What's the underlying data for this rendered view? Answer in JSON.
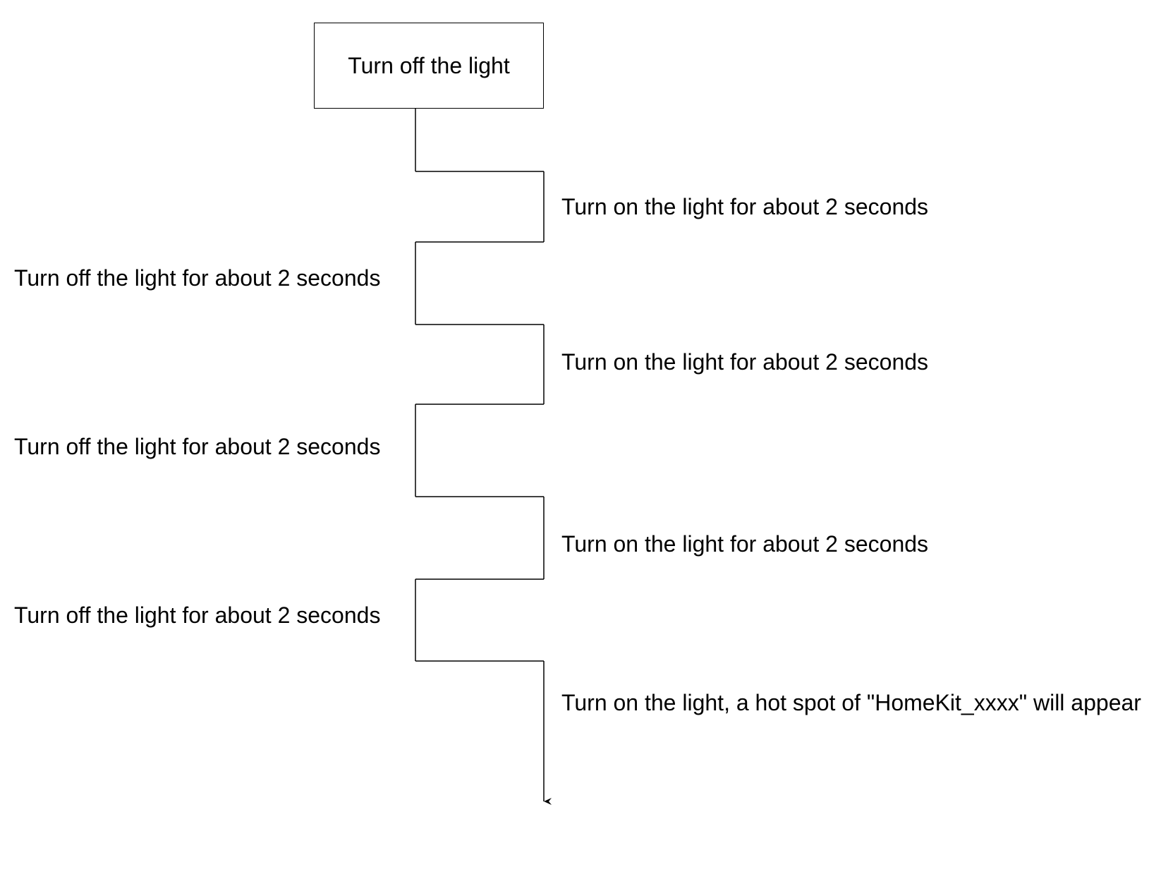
{
  "start": {
    "label": "Turn off the light"
  },
  "steps": [
    {
      "state": "on",
      "label": "Turn on the light for about 2 seconds"
    },
    {
      "state": "off",
      "label": "Turn off the light for about 2 seconds"
    },
    {
      "state": "on",
      "label": "Turn on the light for about 2 seconds"
    },
    {
      "state": "off",
      "label": "Turn off the light for about 2 seconds"
    },
    {
      "state": "on",
      "label": "Turn on the light for about 2 seconds"
    },
    {
      "state": "off",
      "label": "Turn off the light for about 2 seconds"
    },
    {
      "state": "on",
      "label": "Turn on the light, a hot spot of \"HomeKit_xxxx\" will appear"
    }
  ]
}
